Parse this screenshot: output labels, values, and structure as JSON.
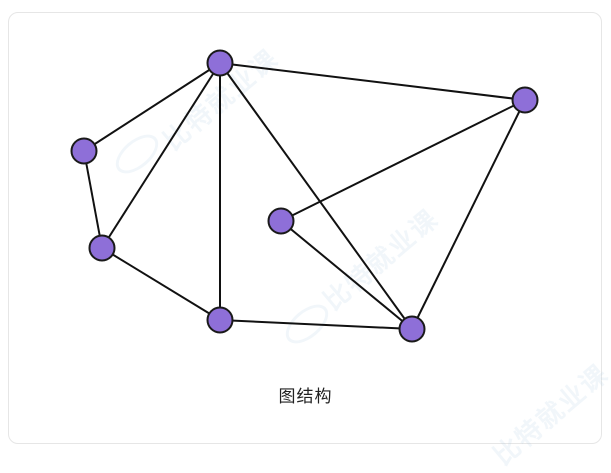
{
  "caption": "图结构",
  "watermark_text": "比特就业课",
  "colors": {
    "node_fill": "#8e6fd8",
    "node_stroke": "#1a1a1a",
    "edge": "#111111",
    "card_border": "#e6e6e6"
  },
  "graph": {
    "nodes": [
      {
        "id": "a",
        "name": "graph-node-top"
      },
      {
        "id": "b",
        "name": "graph-node-right"
      },
      {
        "id": "c",
        "name": "graph-node-left-upper"
      },
      {
        "id": "d",
        "name": "graph-node-left-lower"
      },
      {
        "id": "e",
        "name": "graph-node-center"
      },
      {
        "id": "f",
        "name": "graph-node-bottom-middle"
      },
      {
        "id": "g",
        "name": "graph-node-bottom-right"
      }
    ],
    "edges": [
      [
        "a",
        "b"
      ],
      [
        "a",
        "c"
      ],
      [
        "a",
        "d"
      ],
      [
        "a",
        "f"
      ],
      [
        "a",
        "g"
      ],
      [
        "c",
        "d"
      ],
      [
        "d",
        "f"
      ],
      [
        "f",
        "g"
      ],
      [
        "e",
        "b"
      ],
      [
        "e",
        "g"
      ],
      [
        "b",
        "g"
      ]
    ]
  }
}
